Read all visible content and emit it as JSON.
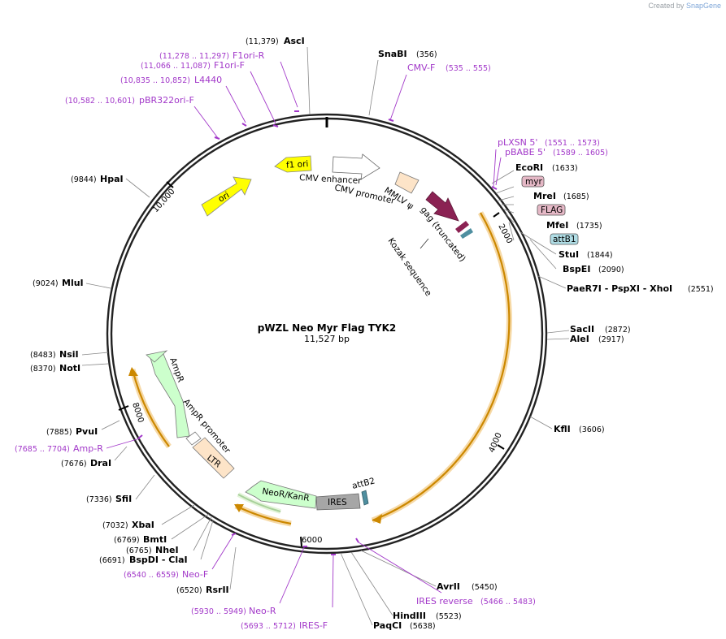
{
  "credit": {
    "prefix": "Created by",
    "brand": "SnapGene"
  },
  "plasmid": {
    "name": "pWZL Neo Myr Flag TYK2",
    "length_label": "11,527 bp"
  },
  "ticks": [
    "2000",
    "4000",
    "6000",
    "8000",
    "10,000"
  ],
  "enzymes": [
    {
      "pos": "(11,379)",
      "name": "AscI"
    },
    {
      "pos": "(356)",
      "name": "SnaBI"
    },
    {
      "pos": "(1633)",
      "name": "EcoRI"
    },
    {
      "pos": "(1685)",
      "name": "MreI"
    },
    {
      "pos": "(1735)",
      "name": "MfeI"
    },
    {
      "pos": "(1844)",
      "name": "StuI"
    },
    {
      "pos": "(2090)",
      "name": "BspEI"
    },
    {
      "pos": "(2551)",
      "name": "PaeR7I - PspXI - XhoI"
    },
    {
      "pos": "(2872)",
      "name": "SacII"
    },
    {
      "pos": "(2917)",
      "name": "AleI"
    },
    {
      "pos": "(3606)",
      "name": "KflI"
    },
    {
      "pos": "(5450)",
      "name": "AvrII"
    },
    {
      "pos": "(5523)",
      "name": "HindIII"
    },
    {
      "pos": "(5638)",
      "name": "PaqCI"
    },
    {
      "pos": "(6520)",
      "name": "RsrII"
    },
    {
      "pos": "(6691)",
      "name": "BspDI - ClaI"
    },
    {
      "pos": "(6765)",
      "name": "NheI"
    },
    {
      "pos": "(6769)",
      "name": "BmtI"
    },
    {
      "pos": "(7032)",
      "name": "XbaI"
    },
    {
      "pos": "(7336)",
      "name": "SfiI"
    },
    {
      "pos": "(7676)",
      "name": "DraI"
    },
    {
      "pos": "(7885)",
      "name": "PvuI"
    },
    {
      "pos": "(8370)",
      "name": "NotI"
    },
    {
      "pos": "(8483)",
      "name": "NsiI"
    },
    {
      "pos": "(9024)",
      "name": "MluI"
    },
    {
      "pos": "(9844)",
      "name": "HpaI"
    }
  ],
  "primers": [
    {
      "pos": "(11,278 .. 11,297)",
      "name": "F1ori-R"
    },
    {
      "pos": "(11,066 .. 11,087)",
      "name": "F1ori-F"
    },
    {
      "pos": "(10,835 .. 10,852)",
      "name": "L4440"
    },
    {
      "pos": "(10,582 .. 10,601)",
      "name": "pBR322ori-F"
    },
    {
      "pos": "(535 .. 555)",
      "name": "CMV-F"
    },
    {
      "pos": "(1551 .. 1573)",
      "name": "pLXSN 5'"
    },
    {
      "pos": "(1589 .. 1605)",
      "name": "pBABE 5'"
    },
    {
      "pos": "(5466 .. 5483)",
      "name": "IRES reverse"
    },
    {
      "pos": "(5693 .. 5712)",
      "name": "IRES-F"
    },
    {
      "pos": "(5930 .. 5949)",
      "name": "Neo-R"
    },
    {
      "pos": "(6540 .. 6559)",
      "name": "Neo-F"
    },
    {
      "pos": "(7685 .. 7704)",
      "name": "Amp-R"
    }
  ],
  "tags": [
    "myr",
    "FLAG",
    "attB1"
  ],
  "features": [
    "f1 ori",
    "ori",
    "CMV enhancer",
    "CMV promoter",
    "MMLV ψ",
    "gag (truncated)",
    "Kozak sequence",
    "AmpR",
    "AmpR promoter",
    "LTR",
    "NeoR/KanR",
    "IRES",
    "attB2"
  ],
  "colors": {
    "backbone": "#222222",
    "f1_ori": "#ffff00",
    "ori": "#ffff00",
    "cmv": "#ffffff",
    "mmlv": "#fde4c8",
    "gag": "#8b2253",
    "ampr": "#ccffcc",
    "ltr": "#fde4c8",
    "neo": "#ccffcc",
    "ires": "#a6a6a6",
    "att": "#4f8fa0",
    "myr_tag": "#e5b8c6",
    "flag_tag": "#e5b8c6",
    "attb1_tag": "#b0dde5",
    "orf_arc": "#cc8800",
    "primer": "#a238c9"
  }
}
